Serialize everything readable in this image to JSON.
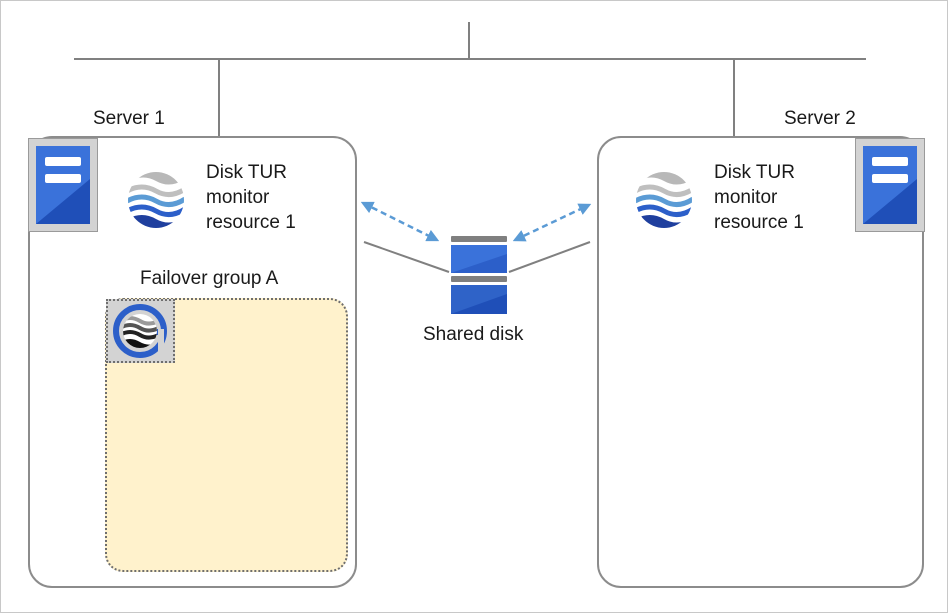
{
  "server1": {
    "label": "Server 1"
  },
  "server2": {
    "label": "Server 2"
  },
  "monitor_resource": {
    "line1": "Disk TUR",
    "line2": "monitor",
    "line3": "resource 1"
  },
  "failover_group": {
    "label": "Failover group A"
  },
  "shared_disk": {
    "label": "Shared disk"
  },
  "colors": {
    "server_blue": "#2c5fc9",
    "server_border": "#8c8c8c",
    "group_fill": "#fff2cc",
    "arrow_blue": "#5b9bd5",
    "network_line": "#808080"
  },
  "icons": {
    "server": "server-icon",
    "monitor": "disk-tur-monitor-icon",
    "group": "failover-group-icon",
    "disk": "shared-disk-icon"
  }
}
